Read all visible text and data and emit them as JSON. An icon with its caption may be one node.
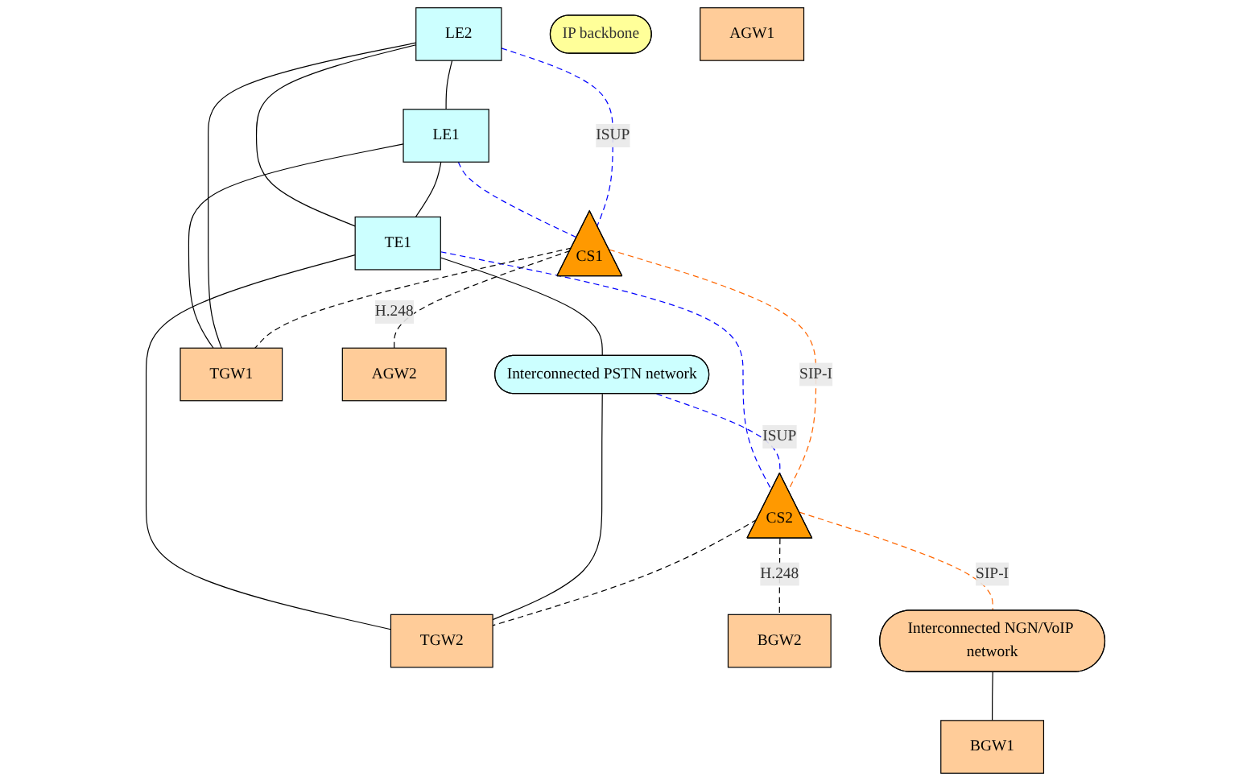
{
  "diagram": {
    "nodes": [
      {
        "text": [
          "LE1"
        ]
      },
      {
        "text": [
          "LE2"
        ]
      },
      {
        "text": [
          "TE1"
        ]
      },
      {
        "text": [
          "Interconnected PSTN network"
        ]
      },
      {
        "text": [
          "CS1"
        ]
      },
      {
        "text": [
          "CS2"
        ]
      },
      {
        "text": [
          "TGW1"
        ]
      },
      {
        "text": [
          "TGW2"
        ]
      },
      {
        "text": [
          "IP backbone"
        ]
      },
      {
        "text": [
          "AGW2"
        ]
      },
      {
        "text": [
          "AGW1"
        ]
      },
      {
        "text": [
          "BGW2"
        ]
      },
      {
        "text": [
          "BGW1"
        ]
      },
      {
        "text": [
          "Interconnected NGN/VoIP network"
        ]
      }
    ],
    "edges": [
      {
        "from": 1,
        "to": 0,
        "arrow": "none"
      },
      {
        "from": 1,
        "to": 2,
        "arrow": "none"
      },
      {
        "from": 0,
        "to": 2,
        "arrow": "none"
      },
      {
        "from": 2,
        "to": 3,
        "arrow": "none"
      },
      {
        "from": 0,
        "to": 6,
        "arrow": "none"
      },
      {
        "from": 1,
        "to": 6,
        "arrow": "none"
      },
      {
        "from": 2,
        "to": 7,
        "arrow": "none"
      },
      {
        "from": 3,
        "to": 7,
        "arrow": "none"
      },
      {
        "from": 0,
        "to": 4,
        "arrow": "none",
        "style": "dashed",
        "color": "#0000ff"
      },
      {
        "from": 1,
        "to": 4,
        "arrow": "none",
        "label": "ISUP",
        "style": "dashed",
        "color": "#0000ff"
      },
      {
        "from": 2,
        "to": 5,
        "arrow": "none",
        "style": "dashed",
        "color": "#0000ff"
      },
      {
        "from": 3,
        "to": 5,
        "arrow": "none",
        "label": "ISUP",
        "style": "dashed",
        "color": "#0000ff"
      },
      {
        "from": 4,
        "to": 5,
        "arrow": "none",
        "label": "SIP-I",
        "style": "dashed",
        "color": "#ff6600"
      },
      {
        "from": 4,
        "to": 6,
        "arrow": "none",
        "style": "dashed"
      },
      {
        "from": 5,
        "to": 7,
        "arrow": "none",
        "style": "dashed"
      },
      {
        "from": 4,
        "to": 9,
        "arrow": "none",
        "label": "H.248",
        "style": "dashed"
      },
      {
        "from": 5,
        "to": 11,
        "arrow": "none",
        "label": "H.248",
        "style": "dashed"
      },
      {
        "from": 5,
        "to": 13,
        "arrow": "none",
        "label": "SIP-I",
        "style": "dashed",
        "color": "#ff6600"
      },
      {
        "from": 13,
        "to": 12,
        "arrow": "none"
      }
    ]
  }
}
